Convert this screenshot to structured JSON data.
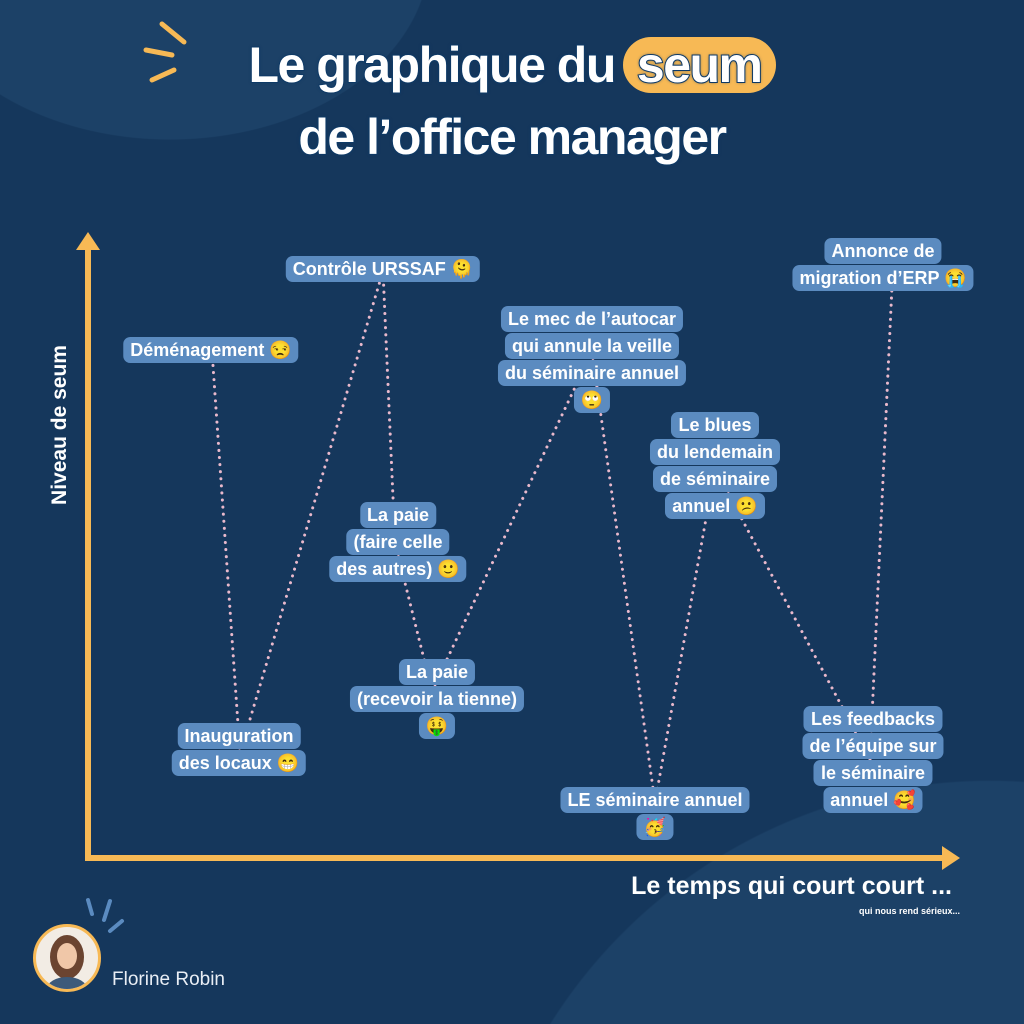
{
  "title": {
    "line1_prefix": "Le graphique du",
    "highlight": "seum",
    "line2": "de l’office manager"
  },
  "colors": {
    "background": "#15375c",
    "accent": "#f7b955",
    "label_bg": "#5b8bc0",
    "dotted_line": "#e9b9cc"
  },
  "author": {
    "name": "Florine Robin"
  },
  "chart_data": {
    "type": "line",
    "title": "Le graphique du seum de l’office manager",
    "xlabel": "Le temps qui court court ...",
    "xlabel_sub": "qui nous rend sérieux...",
    "ylabel": "Niveau de seum",
    "ylim": [
      0,
      10
    ],
    "grid": false,
    "points": [
      {
        "label": [
          "Déménagement 😒"
        ],
        "seum": 8.2
      },
      {
        "label": [
          "Inauguration",
          "des locaux 😁"
        ],
        "seum": 1.7
      },
      {
        "label": [
          "Contrôle URSSAF 🫠"
        ],
        "seum": 9.5
      },
      {
        "label": [
          "La paie",
          "(faire celle",
          "des autres) 🙂"
        ],
        "seum": 5.1
      },
      {
        "label": [
          "La paie",
          "(recevoir la tienne)",
          "🤑"
        ],
        "seum": 2.7
      },
      {
        "label": [
          "Le mec de l’autocar",
          "qui annule la veille",
          "du séminaire annuel",
          "🙄"
        ],
        "seum": 8.2
      },
      {
        "label": [
          "LE séminaire annuel",
          "🥳"
        ],
        "seum": 0.9
      },
      {
        "label": [
          "Le blues",
          "du lendemain",
          "de séminaire",
          "annuel 😕"
        ],
        "seum": 6.3
      },
      {
        "label": [
          "Les  feedbacks",
          "de l’équipe sur",
          "le séminaire",
          "annuel 🥰"
        ],
        "seum": 1.6
      },
      {
        "label": [
          "Annonce de",
          "migration d’ERP 😭"
        ],
        "seum": 9.6
      }
    ]
  }
}
